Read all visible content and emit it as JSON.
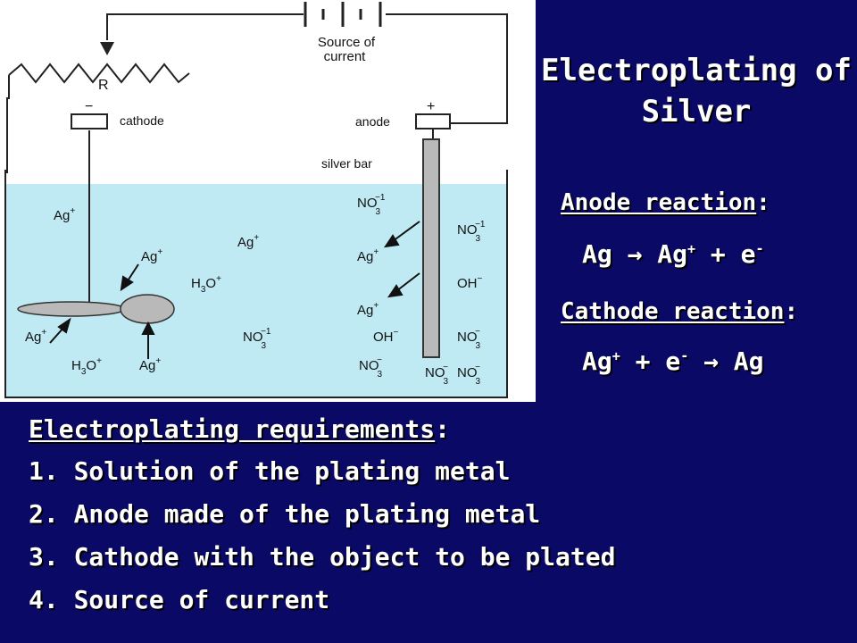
{
  "title": {
    "line1": "Electroplating of",
    "line2": "Silver"
  },
  "anode": {
    "heading": "Anode reaction",
    "colon": ":",
    "reactant": "Ag",
    "arrow": "→",
    "product1": "Ag",
    "product1_sup": "+",
    "plus": "+",
    "product2": "e",
    "product2_sup": "-"
  },
  "cathode": {
    "heading": "Cathode reaction",
    "colon": ":",
    "reactant1": "Ag",
    "reactant1_sup": "+",
    "plus": "+",
    "reactant2": "e",
    "reactant2_sup": "-",
    "arrow": "→",
    "product": "Ag"
  },
  "requirements": {
    "heading": "Electroplating requirements",
    "colon": ":",
    "items": [
      "1. Solution of the plating metal",
      "2. Anode made of the plating metal",
      "3. Cathode with the object to be plated",
      "4. Source of current"
    ]
  },
  "diagram": {
    "source_label_1": "Source of",
    "source_label_2": "current",
    "resistor_label": "R",
    "cathode_label": "cathode",
    "cathode_sign": "−",
    "anode_label": "anode",
    "anode_sign": "+",
    "silver_bar_label": "silver bar",
    "ions": {
      "ag": "Ag",
      "plus": "+",
      "no3_main": "NO",
      "no3_sub": "3",
      "no3_charge_minus1": "−1",
      "minus": "−",
      "h3o_h": "H",
      "h3o_sub": "3",
      "h3o_o": "O",
      "oh": "OH"
    },
    "colors": {
      "solution": "#bfeaf4",
      "electrode": "#b9b9b9",
      "wire": "#222222"
    }
  }
}
